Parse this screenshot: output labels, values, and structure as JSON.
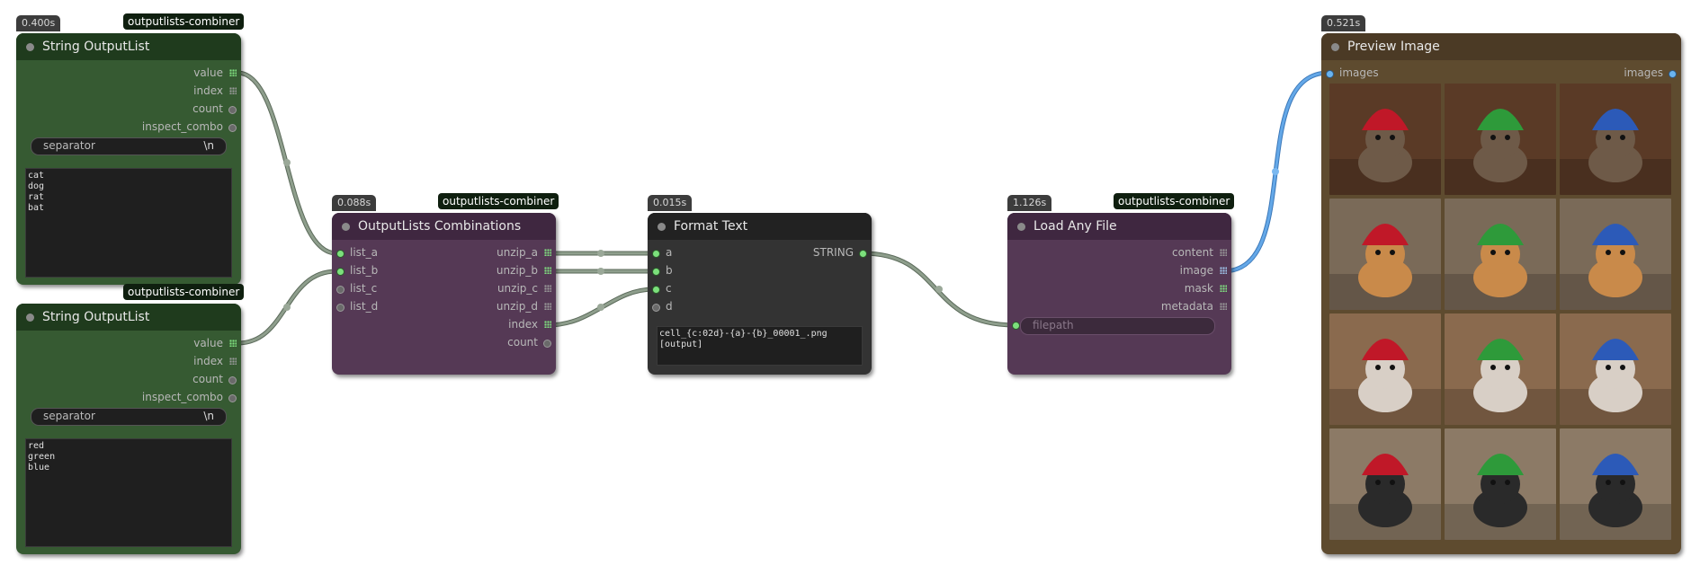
{
  "nodes": {
    "string1": {
      "timer": "0.400s",
      "tag": "outputlists-combiner",
      "title": "String OutputList",
      "outputs": [
        "value",
        "index",
        "count",
        "inspect_combo"
      ],
      "separator_label": "separator",
      "separator_value": "\\n",
      "text": "cat\ndog\nrat\nbat"
    },
    "string2": {
      "tag": "outputlists-combiner",
      "title": "String OutputList",
      "outputs": [
        "value",
        "index",
        "count",
        "inspect_combo"
      ],
      "separator_label": "separator",
      "separator_value": "\\n",
      "text": "red\ngreen\nblue"
    },
    "combos": {
      "timer": "0.088s",
      "tag": "outputlists-combiner",
      "title": "OutputLists Combinations",
      "inputs": [
        "list_a",
        "list_b",
        "list_c",
        "list_d"
      ],
      "outputs": [
        "unzip_a",
        "unzip_b",
        "unzip_c",
        "unzip_d",
        "index",
        "count"
      ]
    },
    "format": {
      "timer": "0.015s",
      "title": "Format Text",
      "inputs": [
        "a",
        "b",
        "c",
        "d"
      ],
      "output": "STRING",
      "text": "cell_{c:02d}-{a}-{b}_00001_.png\n[output]"
    },
    "loader": {
      "timer": "1.126s",
      "tag": "outputlists-combiner",
      "title": "Load Any File",
      "outputs": [
        "content",
        "image",
        "mask",
        "metadata"
      ],
      "filepath_placeholder": "filepath"
    },
    "preview": {
      "timer": "0.521s",
      "title": "Preview Image",
      "input": "images",
      "output": "images",
      "thumbnails": [
        {
          "subject": "cat",
          "hat": "red"
        },
        {
          "subject": "cat",
          "hat": "green"
        },
        {
          "subject": "cat",
          "hat": "blue"
        },
        {
          "subject": "dog",
          "hat": "red"
        },
        {
          "subject": "dog",
          "hat": "green"
        },
        {
          "subject": "dog",
          "hat": "blue"
        },
        {
          "subject": "rat",
          "hat": "red"
        },
        {
          "subject": "rat",
          "hat": "green"
        },
        {
          "subject": "rat",
          "hat": "blue"
        },
        {
          "subject": "bat",
          "hat": "red"
        },
        {
          "subject": "bat",
          "hat": "green"
        },
        {
          "subject": "bat",
          "hat": "blue"
        }
      ]
    }
  },
  "colors": {
    "wire_string": "#8e9e8c",
    "wire_image": "#64a8e8",
    "hat_red": "#c01828",
    "hat_green": "#2e9a3a",
    "hat_blue": "#2c5ab8"
  }
}
